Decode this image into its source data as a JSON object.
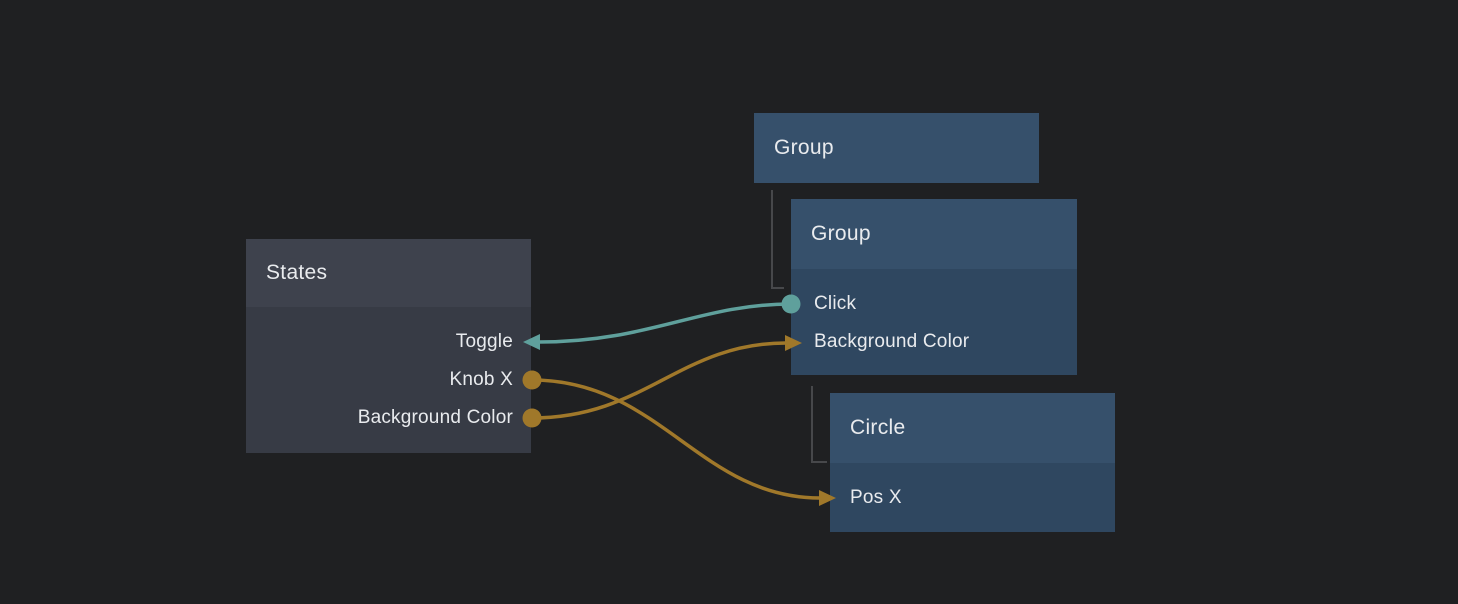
{
  "colors": {
    "canvas-bg": "#1f2022",
    "node-blue-header": "#36506b",
    "node-blue-body": "#2f4760",
    "node-gray-header": "#3e424d",
    "node-gray-body": "#373b45",
    "text-primary": "#e9ebee",
    "wire-teal": "#5fa09c",
    "wire-orange": "#a0782a",
    "hierarchy-line": "#47484b"
  },
  "nodes": {
    "group_top": {
      "title": "Group"
    },
    "group_inner": {
      "title": "Group",
      "rows": {
        "click": "Click",
        "background_color": "Background Color"
      }
    },
    "states": {
      "title": "States",
      "rows": {
        "toggle": "Toggle",
        "knob_x": "Knob X",
        "background_color": "Background Color"
      }
    },
    "circle": {
      "title": "Circle",
      "rows": {
        "pos_x": "Pos X"
      }
    }
  },
  "connections": [
    {
      "from": "Group / Click",
      "to": "States / Toggle",
      "color": "teal"
    },
    {
      "from": "States / Background Color",
      "to": "Group / Background Color",
      "color": "orange"
    },
    {
      "from": "States / Knob X",
      "to": "Circle / Pos X",
      "color": "orange"
    }
  ]
}
